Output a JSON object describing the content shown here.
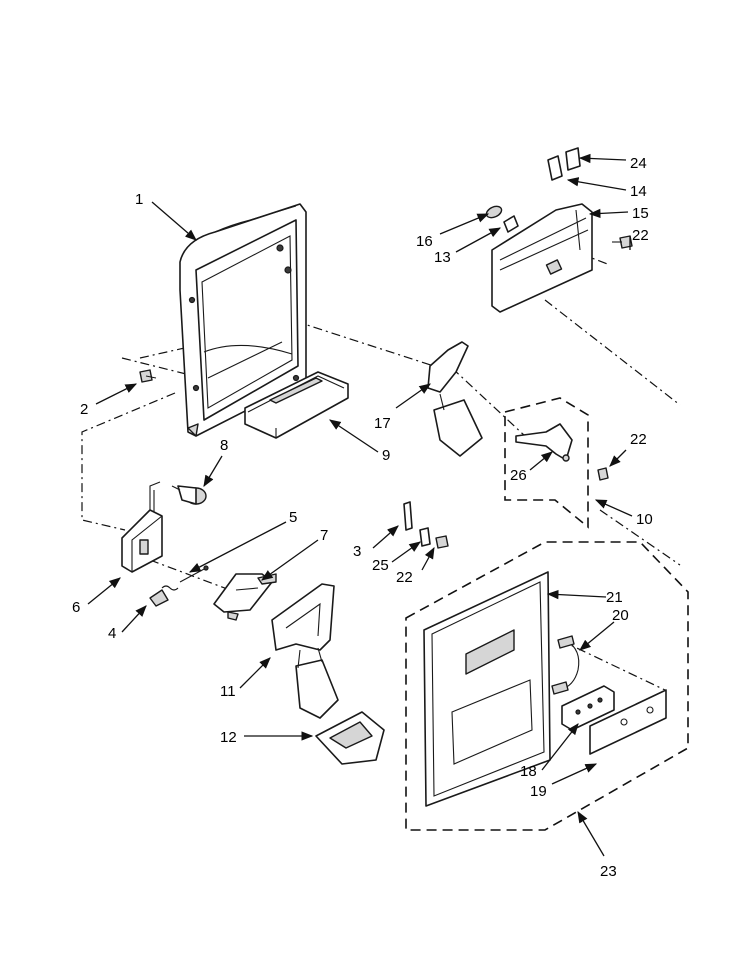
{
  "callouts": [
    {
      "id": "c1",
      "label": "1"
    },
    {
      "id": "c2",
      "label": "2"
    },
    {
      "id": "c3",
      "label": "3"
    },
    {
      "id": "c4",
      "label": "4"
    },
    {
      "id": "c5",
      "label": "5"
    },
    {
      "id": "c6",
      "label": "6"
    },
    {
      "id": "c7",
      "label": "7"
    },
    {
      "id": "c8",
      "label": "8"
    },
    {
      "id": "c9",
      "label": "9"
    },
    {
      "id": "c10",
      "label": "10"
    },
    {
      "id": "c11",
      "label": "11"
    },
    {
      "id": "c12",
      "label": "12"
    },
    {
      "id": "c13",
      "label": "13"
    },
    {
      "id": "c14",
      "label": "14"
    },
    {
      "id": "c15",
      "label": "15"
    },
    {
      "id": "c16",
      "label": "16"
    },
    {
      "id": "c17",
      "label": "17"
    },
    {
      "id": "c18",
      "label": "18"
    },
    {
      "id": "c19",
      "label": "19"
    },
    {
      "id": "c20",
      "label": "20"
    },
    {
      "id": "c21",
      "label": "21"
    },
    {
      "id": "c22a",
      "label": "22"
    },
    {
      "id": "c22b",
      "label": "22"
    },
    {
      "id": "c22c",
      "label": "22"
    },
    {
      "id": "c23",
      "label": "23"
    },
    {
      "id": "c24",
      "label": "24"
    },
    {
      "id": "c25",
      "label": "25"
    },
    {
      "id": "c26",
      "label": "26"
    }
  ]
}
